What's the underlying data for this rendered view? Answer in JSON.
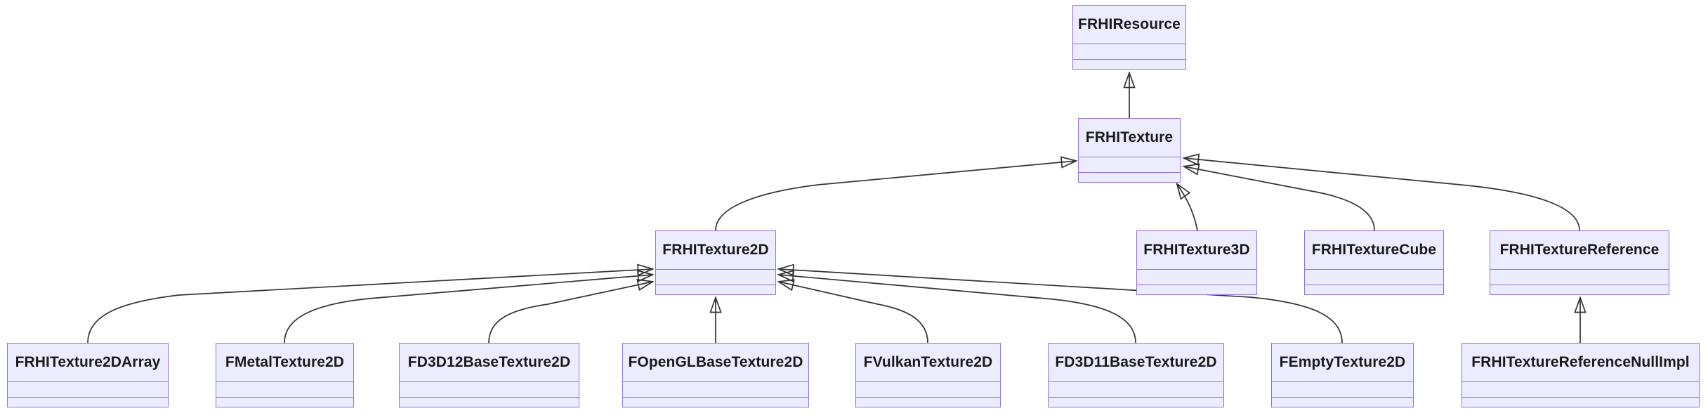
{
  "diagram": {
    "type": "uml-class-inheritance",
    "background_color": "#ffffff",
    "node_fill_color": "#ECECFF",
    "node_border_color": "#9370DB",
    "edge_color": "#333333",
    "text_color": "#1a1a1a",
    "arrowhead": "hollow-triangle",
    "nodes": [
      {
        "id": "FRHIResource",
        "label": "FRHIResource"
      },
      {
        "id": "FRHITexture",
        "label": "FRHITexture"
      },
      {
        "id": "FRHITexture2D",
        "label": "FRHITexture2D"
      },
      {
        "id": "FRHITexture3D",
        "label": "FRHITexture3D"
      },
      {
        "id": "FRHITextureCube",
        "label": "FRHITextureCube"
      },
      {
        "id": "FRHITextureReference",
        "label": "FRHITextureReference"
      },
      {
        "id": "FRHITexture2DArray",
        "label": "FRHITexture2DArray"
      },
      {
        "id": "FMetalTexture2D",
        "label": "FMetalTexture2D"
      },
      {
        "id": "FD3D12BaseTexture2D",
        "label": "FD3D12BaseTexture2D"
      },
      {
        "id": "FOpenGLBaseTexture2D",
        "label": "FOpenGLBaseTexture2D"
      },
      {
        "id": "FVulkanTexture2D",
        "label": "FVulkanTexture2D"
      },
      {
        "id": "FD3D11BaseTexture2D",
        "label": "FD3D11BaseTexture2D"
      },
      {
        "id": "FEmptyTexture2D",
        "label": "FEmptyTexture2D"
      },
      {
        "id": "FRHITextureReferenceNullImpl",
        "label": "FRHITextureReferenceNullImpl"
      }
    ],
    "edges": [
      {
        "child": "FRHITexture",
        "parent": "FRHIResource"
      },
      {
        "child": "FRHITexture2D",
        "parent": "FRHITexture"
      },
      {
        "child": "FRHITexture3D",
        "parent": "FRHITexture"
      },
      {
        "child": "FRHITextureCube",
        "parent": "FRHITexture"
      },
      {
        "child": "FRHITextureReference",
        "parent": "FRHITexture"
      },
      {
        "child": "FRHITexture2DArray",
        "parent": "FRHITexture2D"
      },
      {
        "child": "FMetalTexture2D",
        "parent": "FRHITexture2D"
      },
      {
        "child": "FD3D12BaseTexture2D",
        "parent": "FRHITexture2D"
      },
      {
        "child": "FOpenGLBaseTexture2D",
        "parent": "FRHITexture2D"
      },
      {
        "child": "FVulkanTexture2D",
        "parent": "FRHITexture2D"
      },
      {
        "child": "FD3D11BaseTexture2D",
        "parent": "FRHITexture2D"
      },
      {
        "child": "FEmptyTexture2D",
        "parent": "FRHITexture2D"
      },
      {
        "child": "FRHITextureReferenceNullImpl",
        "parent": "FRHITextureReference"
      }
    ]
  }
}
